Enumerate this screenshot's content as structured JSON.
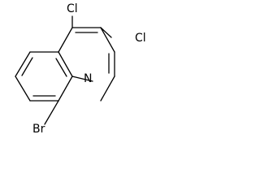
{
  "molecule": {
    "atoms": {
      "cl_top": "Cl",
      "cl_right": "Cl",
      "nitrogen": "N",
      "bromine": "Br"
    }
  }
}
